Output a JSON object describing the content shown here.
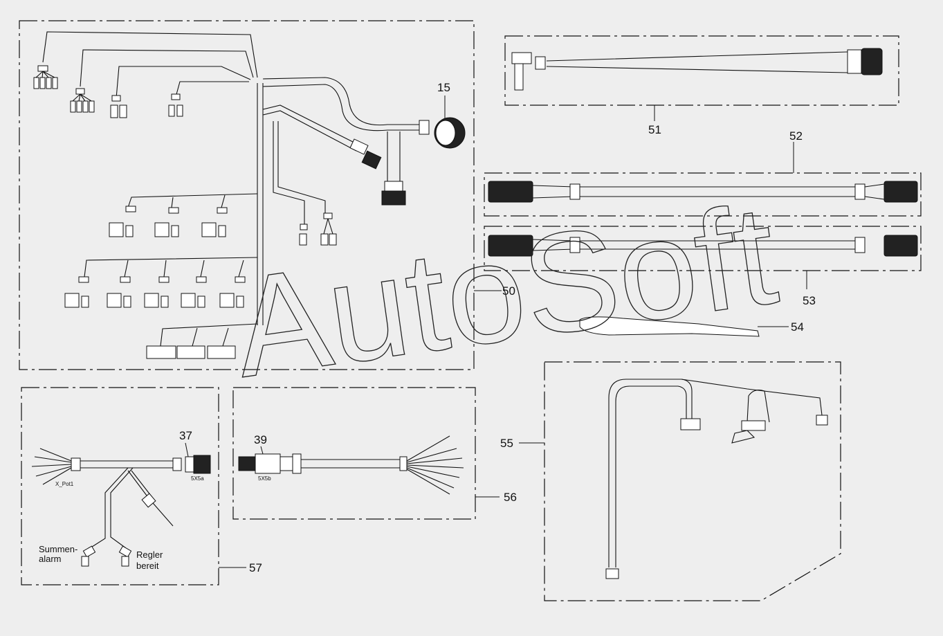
{
  "callouts": {
    "c15": "15",
    "c50": "50",
    "c51": "51",
    "c52": "52",
    "c53": "53",
    "c54": "54",
    "c55": "55",
    "c56": "56",
    "c57": "57",
    "c37": "37",
    "c39": "39"
  },
  "labels": {
    "x5a": "5X5a",
    "x5b": "5X5b",
    "xpot": "X_Pot1",
    "summen_line1": "Summen-",
    "summen_line2": "alarm",
    "regler_line1": "Regler",
    "regler_line2": "bereit"
  },
  "watermark": "AutoSoft",
  "colors": {
    "line": "#111111",
    "background": "#eeeeee"
  }
}
